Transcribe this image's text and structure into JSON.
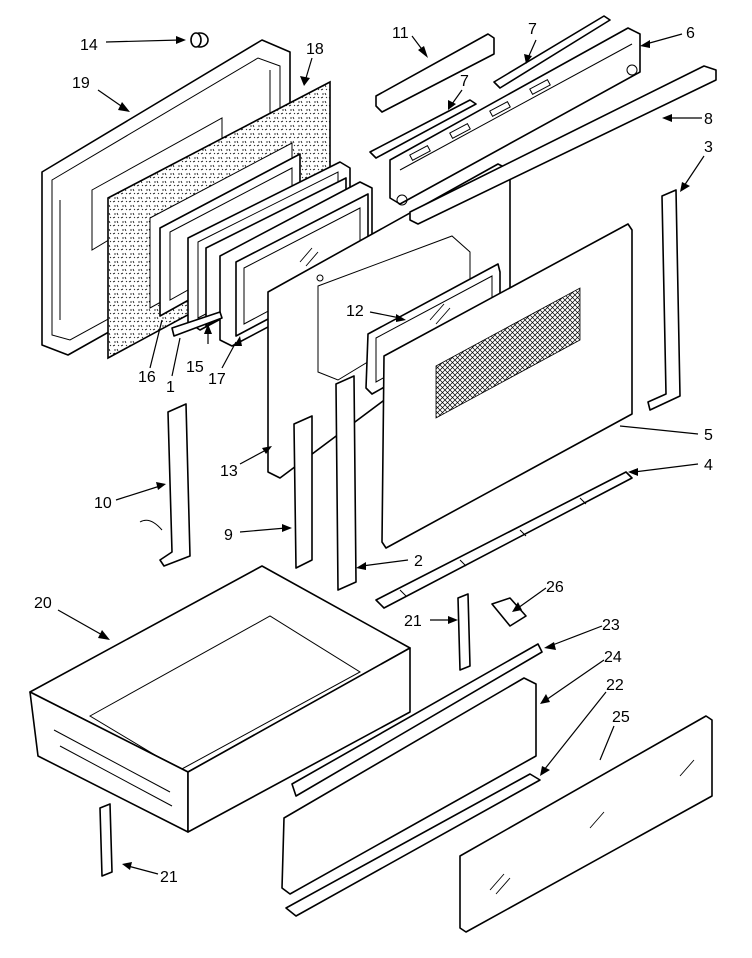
{
  "callouts": [
    {
      "id": "14",
      "text": "14"
    },
    {
      "id": "19",
      "text": "19"
    },
    {
      "id": "18",
      "text": "18"
    },
    {
      "id": "11",
      "text": "11"
    },
    {
      "id": "7a",
      "text": "7"
    },
    {
      "id": "7b",
      "text": "7"
    },
    {
      "id": "6",
      "text": "6"
    },
    {
      "id": "8",
      "text": "8"
    },
    {
      "id": "3",
      "text": "3"
    },
    {
      "id": "16",
      "text": "16"
    },
    {
      "id": "1",
      "text": "1"
    },
    {
      "id": "15",
      "text": "15"
    },
    {
      "id": "17",
      "text": "17"
    },
    {
      "id": "12",
      "text": "12"
    },
    {
      "id": "13",
      "text": "13"
    },
    {
      "id": "10",
      "text": "10"
    },
    {
      "id": "9",
      "text": "9"
    },
    {
      "id": "2",
      "text": "2"
    },
    {
      "id": "5",
      "text": "5"
    },
    {
      "id": "4",
      "text": "4"
    },
    {
      "id": "20",
      "text": "20"
    },
    {
      "id": "26",
      "text": "26"
    },
    {
      "id": "21a",
      "text": "21"
    },
    {
      "id": "23",
      "text": "23"
    },
    {
      "id": "24",
      "text": "24"
    },
    {
      "id": "22",
      "text": "22"
    },
    {
      "id": "25",
      "text": "25"
    },
    {
      "id": "21b",
      "text": "21"
    }
  ]
}
